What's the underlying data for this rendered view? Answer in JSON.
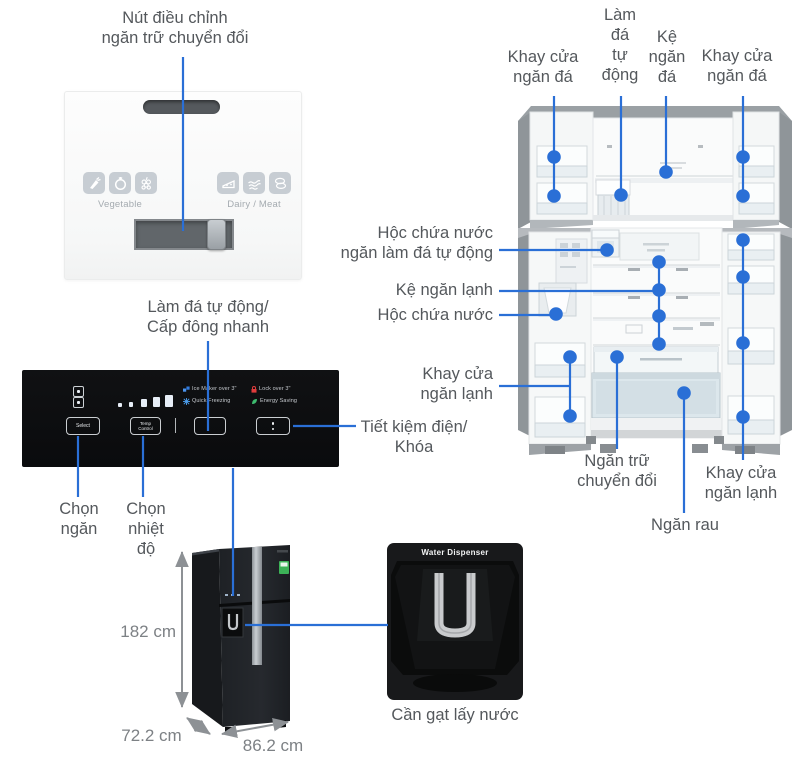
{
  "colors": {
    "accent_blue": "#2a6fd6",
    "label_gray": "#54585c",
    "dim_gray": "#7d8185",
    "panel_black": "#0b0c0e"
  },
  "labels": {
    "slider_note": "Nút điều chỉnh\nngăn trữ chuyển đổi",
    "quick_freeze_note": "Làm đá tự động/\nCấp đông nhanh",
    "energy_lock_note": "Tiết kiệm điện/\nKhóa",
    "select_note": "Chọn\nngăn",
    "temp_note": "Chọn\nnhiệt\nđộ",
    "freezer_tray_left": "Khay cửa\nngăn đá",
    "auto_ice": "Làm\nđá\ntự\nđộng",
    "freezer_shelf": "Kệ\nngăn\nđá",
    "freezer_tray_right": "Khay cửa\nngăn đá",
    "ice_water_tank": "Hộc chứa nước\nngăn làm đá tự động",
    "fridge_shelf": "Kệ ngăn lạnh",
    "water_tank": "Hộc chứa nước",
    "fridge_tray_left": "Khay cửa\nngăn lạnh",
    "convertible_zone": "Ngăn trữ\nchuyển đổi",
    "fridge_tray_right": "Khay cửa\nngăn lạnh",
    "veg_drawer": "Ngăn rau",
    "dispenser_caption": "Cần gạt lấy nước"
  },
  "dimensions": {
    "height": "182 cm",
    "depth": "72.2 cm",
    "width": "86.2 cm"
  },
  "white_panel": {
    "vegetable_caption": "Vegetable",
    "dairy_caption": "Dairy / Meat"
  },
  "black_panel": {
    "select_button": "Select",
    "temp_button": "Temp\nControl",
    "ice_maker_legend": "Ice Maker  over 3\"",
    "lock_legend": "Lock  over 3\"",
    "quick_freezing_legend": "Quick Freezing",
    "energy_saving_legend": "Energy Saving"
  },
  "dispenser_box": {
    "title": "Water Dispenser"
  }
}
